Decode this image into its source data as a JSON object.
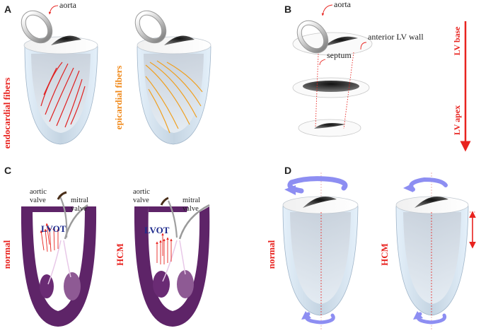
{
  "panels": {
    "a": {
      "letter": "A",
      "aorta_label": "aorta",
      "left_side_label": "endocardial fibers",
      "right_side_label": "epicardial fibers",
      "endo_fiber_color": "#e02020",
      "epi_fiber_color": "#f0a020"
    },
    "b": {
      "letter": "B",
      "aorta_label": "aorta",
      "wall_label": "anterior LV wall",
      "septum_label": "septum",
      "base_label": "LV base",
      "apex_label": "LV apex"
    },
    "c": {
      "letter": "C",
      "normal": {
        "side_label": "normal",
        "aortic_label_1": "aortic",
        "aortic_label_2": "valve",
        "mitral_label_1": "mitral",
        "mitral_label_2": "valve",
        "lvot_label": "LVOT"
      },
      "hcm": {
        "side_label": "HCM",
        "aortic_label_1": "aortic",
        "aortic_label_2": "valve",
        "mitral_label_1": "mitral",
        "mitral_label_2": "valve",
        "lvot_label": "LVOT"
      },
      "myocardium_color": "#5e2468"
    },
    "d": {
      "letter": "D",
      "normal_label": "normal",
      "hcm_label": "HCM",
      "arrow_color": "#8d8ef2"
    }
  }
}
